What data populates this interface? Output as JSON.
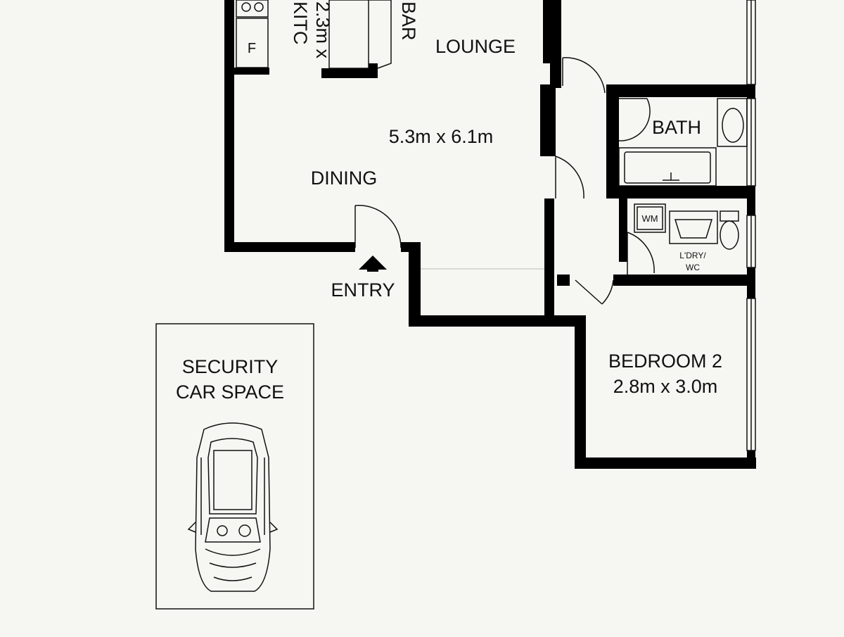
{
  "colors": {
    "background": "#f6f7f2",
    "wall": "#000000",
    "line": "#111111"
  },
  "rooms": {
    "kitchen": {
      "name": "KITC",
      "dimensions": "2.3m x"
    },
    "bar": {
      "name": "BAR"
    },
    "lounge": {
      "name": "LOUNGE"
    },
    "lounge_dining_dimensions": "5.3m x 6.1m",
    "dining": {
      "name": "DINING"
    },
    "entry": {
      "name": "ENTRY"
    },
    "bath": {
      "name": "BATH"
    },
    "laundry": {
      "line1": "L'DRY/",
      "line2": "WC"
    },
    "bedroom2": {
      "name": "BEDROOM 2",
      "dimensions": "2.8m x 3.0m"
    },
    "car_space": {
      "line1": "SECURITY",
      "line2": "CAR SPACE"
    }
  },
  "fixtures": {
    "fridge": "F",
    "washing_machine": "WM"
  },
  "icons": {
    "entry_arrow": "up-arrow-icon",
    "car": "car-icon"
  }
}
